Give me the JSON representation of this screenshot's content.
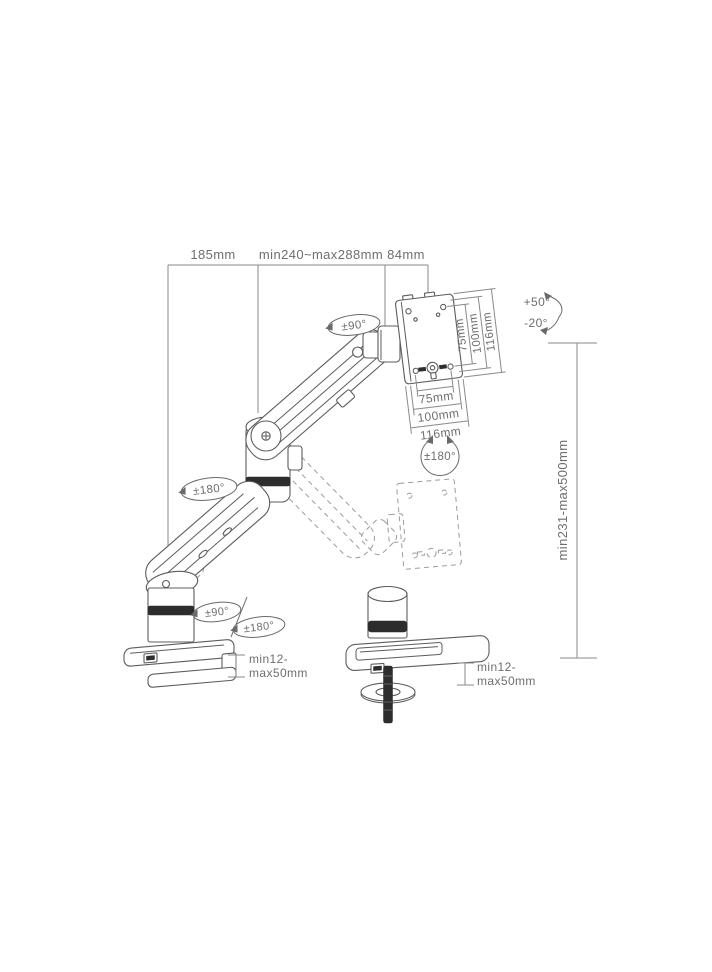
{
  "title": "Gas-spring monitor arm — dimension diagram",
  "colors": {
    "line_art": "#5c5c5c",
    "dimension_lines": "#8a8a8a",
    "text": "#6e6e6e",
    "dark_accent": "#2d2d2d",
    "ghost": "#9c9c9c",
    "background": "#ffffff"
  },
  "dims": {
    "top": [
      "185mm",
      "min240~max288mm",
      "84mm"
    ],
    "height": "min231-max500mm",
    "vesa_side": [
      "75mm",
      "100mm",
      "116mm"
    ],
    "vesa_bottom": [
      "75mm",
      "100mm",
      "116mm"
    ],
    "desk_left": [
      "min12-",
      "max50mm"
    ],
    "desk_right": [
      "min12-",
      "max50mm"
    ]
  },
  "angles": {
    "head_swivel": "±90°",
    "tilt_up": "+50°",
    "tilt_down": "-20°",
    "head_rotate": "±180°",
    "elbow_swivel": "±180°",
    "base_swivel": "±90°",
    "base_rotate": "±180°"
  }
}
